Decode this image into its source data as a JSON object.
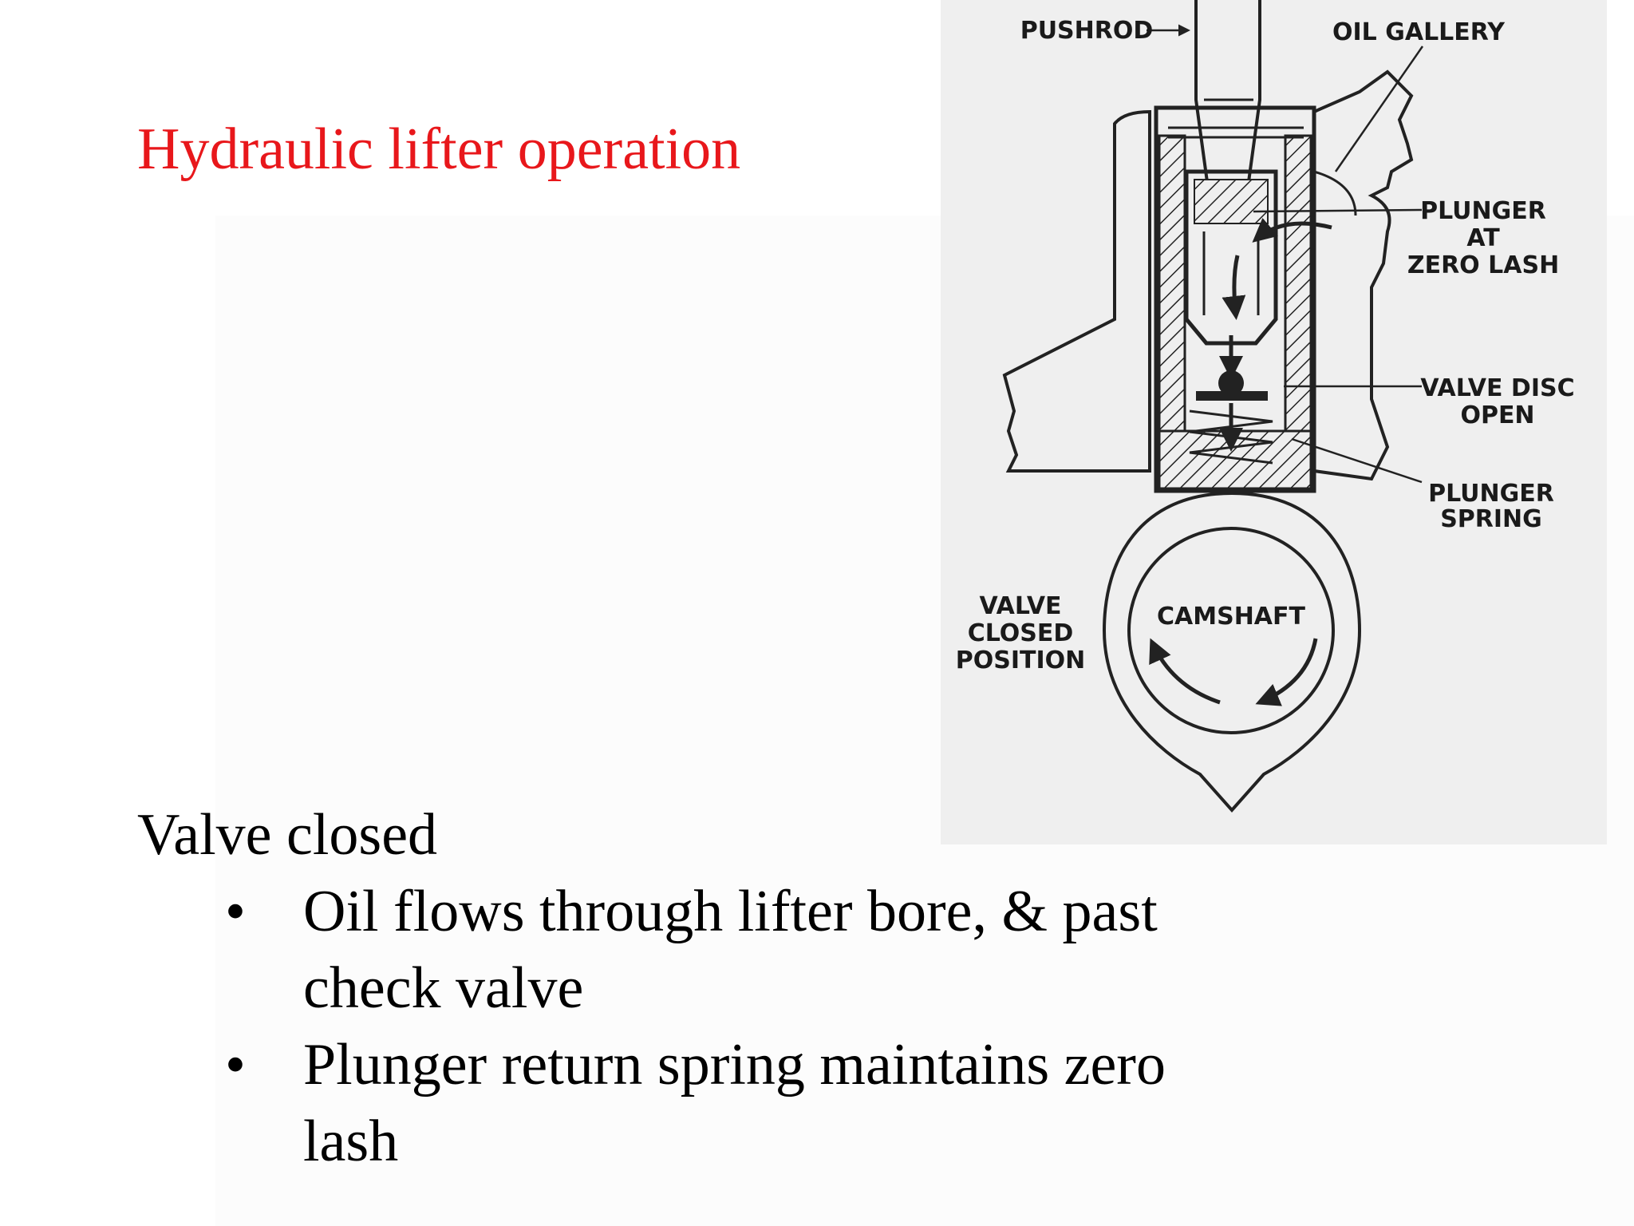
{
  "slide": {
    "title": "Hydraulic lifter operation",
    "heading": "Valve closed",
    "bullets": [
      "Oil flows through lifter bore, & past check valve",
      "Plunger return spring maintains zero lash"
    ],
    "bullet_glyph": "•",
    "title_color": "#e8171b"
  },
  "figure": {
    "labels": {
      "pushrod": "PUSHROD",
      "oil_gallery": "OIL GALLERY",
      "plunger_line1": "PLUNGER",
      "plunger_line2": "AT",
      "plunger_line3": "ZERO LASH",
      "valve_disc_line1": "VALVE DISC",
      "valve_disc_line2": "OPEN",
      "spring_line1": "PLUNGER",
      "spring_line2": "SPRING",
      "camshaft": "CAMSHAFT",
      "closed_line1": "VALVE",
      "closed_line2": "CLOSED",
      "closed_line3": "POSITION"
    }
  }
}
